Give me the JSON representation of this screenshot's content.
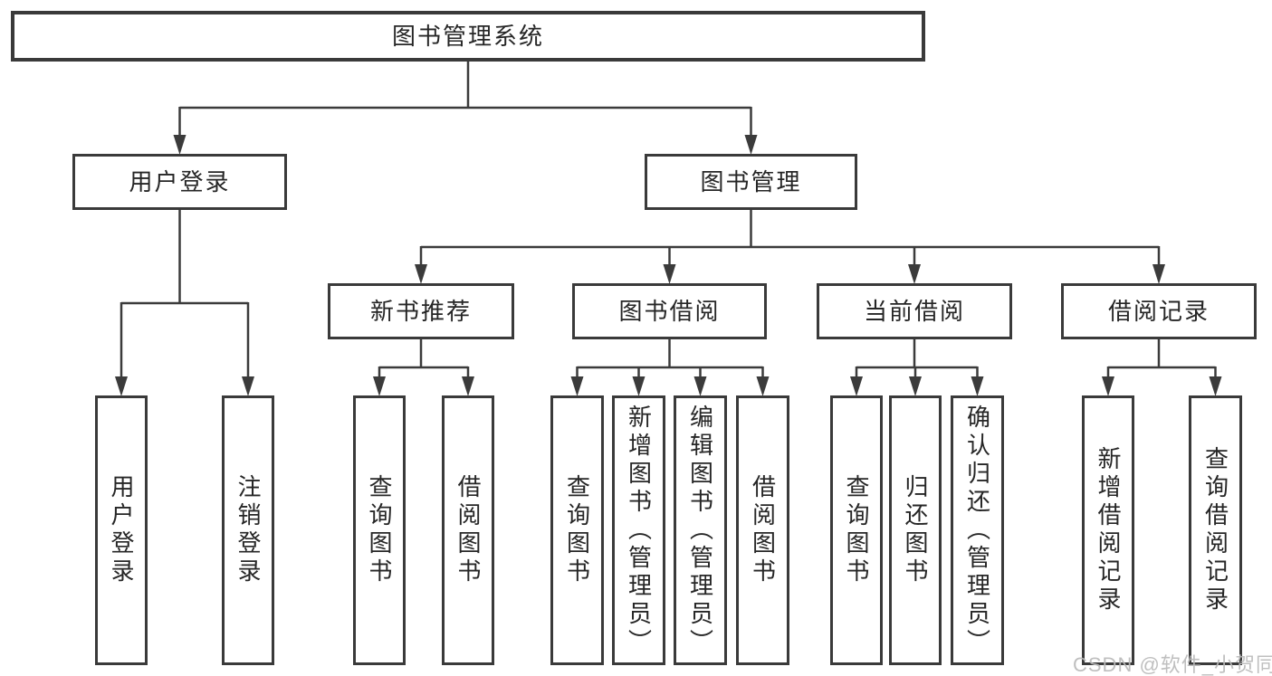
{
  "diagram": {
    "title": "图书管理系统",
    "nodes": {
      "root": {
        "label": "图书管理系统"
      },
      "user_login": {
        "label": "用户登录"
      },
      "book_mgmt": {
        "label": "图书管理"
      },
      "new_book_rec": {
        "label": "新书推荐"
      },
      "book_borrow": {
        "label": "图书借阅"
      },
      "current_borrow": {
        "label": "当前借阅"
      },
      "borrow_record": {
        "label": "借阅记录"
      },
      "leaf_user_login": {
        "label": "用户登录"
      },
      "leaf_logout": {
        "label": "注销登录"
      },
      "nbr_query": {
        "label": "查询图书"
      },
      "nbr_borrow": {
        "label": "借阅图书"
      },
      "bb_query": {
        "label": "查询图书"
      },
      "bb_add": {
        "label": "新增图书（管理员）"
      },
      "bb_edit": {
        "label": "编辑图书（管理员）"
      },
      "bb_borrow": {
        "label": "借阅图书"
      },
      "cb_query": {
        "label": "查询图书"
      },
      "cb_return": {
        "label": "归还图书"
      },
      "cb_confirm": {
        "label": "确认归还（管理员）"
      },
      "br_add": {
        "label": "新增借阅记录"
      },
      "br_query": {
        "label": "查询借阅记录"
      }
    },
    "edges": [
      {
        "from": "root",
        "children": [
          "user_login",
          "book_mgmt"
        ]
      },
      {
        "from": "user_login",
        "children": [
          "leaf_user_login",
          "leaf_logout"
        ]
      },
      {
        "from": "book_mgmt",
        "children": [
          "new_book_rec",
          "book_borrow",
          "current_borrow",
          "borrow_record"
        ]
      },
      {
        "from": "new_book_rec",
        "children": [
          "nbr_query",
          "nbr_borrow"
        ]
      },
      {
        "from": "book_borrow",
        "children": [
          "bb_query",
          "bb_add",
          "bb_edit",
          "bb_borrow"
        ]
      },
      {
        "from": "current_borrow",
        "children": [
          "cb_query",
          "cb_return",
          "cb_confirm"
        ]
      },
      {
        "from": "borrow_record",
        "children": [
          "br_add",
          "br_query"
        ]
      }
    ],
    "colors": {
      "line": "#3b3b3b",
      "border": "#3a3a3a",
      "text": "#262626",
      "background": "#ffffff"
    }
  },
  "watermark": {
    "text": "CSDN @软件_小贺同学",
    "color": "#bababa"
  }
}
